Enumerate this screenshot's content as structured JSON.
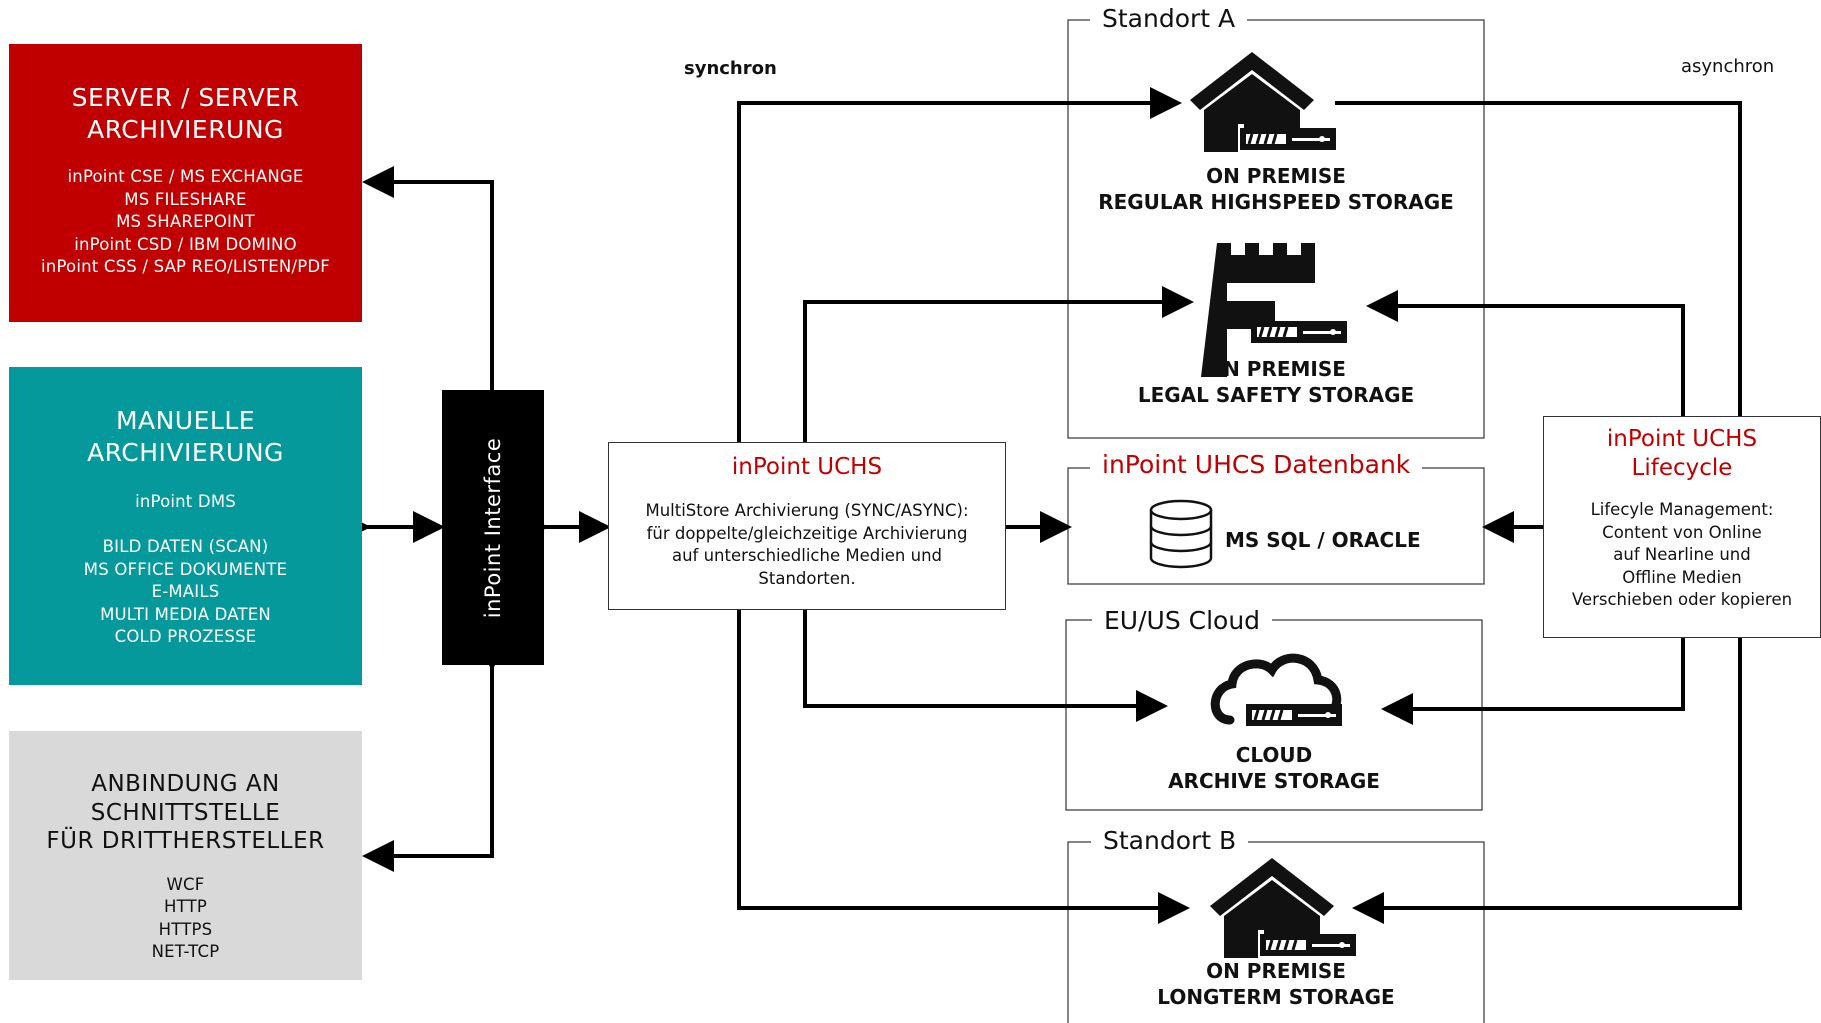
{
  "left_boxes": {
    "server": {
      "title_lines": [
        "SERVER / SERVER",
        "ARCHIVIERUNG"
      ],
      "items": [
        "inPoint CSE / MS EXCHANGE",
        "MS FILESHARE",
        "MS SHAREPOINT",
        "inPoint CSD / IBM DOMINO",
        "inPoint CSS / SAP REO/LISTEN/PDF"
      ],
      "color": "#c00000"
    },
    "manual": {
      "title_lines": [
        "MANUELLE",
        "ARCHIVIERUNG"
      ],
      "items": [
        "inPoint DMS",
        "",
        "BILD DATEN (SCAN)",
        "MS OFFICE DOKUMENTE",
        "E-MAILS",
        "MULTI MEDIA DATEN",
        "COLD PROZESSE"
      ],
      "color": "#05999c"
    },
    "thirdparty": {
      "title_lines": [
        "ANBINDUNG AN",
        "SCHNITTSTELLE",
        "FÜR DRITTHERSTELLER"
      ],
      "items": [
        "WCF",
        "HTTP",
        "HTTPS",
        "NET-TCP"
      ],
      "color": "#d9d9d9"
    }
  },
  "interface": {
    "label": "inPoint Interface",
    "color": "#000000"
  },
  "uchs": {
    "title": "inPoint UCHS",
    "body_lines": [
      "MultiStore Archivierung (SYNC/ASYNC):",
      "für doppelte/gleichzeitige Archivierung",
      "auf unterschiedliche Medien und",
      "Standorten."
    ]
  },
  "lifecycle": {
    "title_lines": [
      "inPoint UCHS",
      "Lifecycle"
    ],
    "body_lines": [
      "Lifecyle Management:",
      "Content von Online",
      "auf Nearline und",
      "Offline Medien",
      "Verschieben oder kopieren"
    ]
  },
  "labels": {
    "sync": "synchron",
    "async": "asynchron"
  },
  "frames": {
    "standort_a": "Standort A",
    "datenbank": "inPoint UHCS Datenbank",
    "cloud": "EU/US Cloud",
    "standort_b": "Standort B"
  },
  "storage": {
    "regular": [
      "ON PREMISE",
      "REGULAR HIGHSPEED STORAGE"
    ],
    "legal": [
      "ON PREMISE",
      "LEGAL SAFETY STORAGE"
    ],
    "database": "MS SQL / ORACLE",
    "cloud": [
      "CLOUD",
      "ARCHIVE STORAGE"
    ],
    "longterm": [
      "ON PREMISE",
      "LONGTERM STORAGE"
    ]
  },
  "icons": {
    "regular": "house-server-icon",
    "legal": "castle-server-icon",
    "database": "database-icon",
    "cloud": "cloud-server-icon",
    "longterm": "house-server-icon"
  },
  "colors": {
    "accent_red": "#c00000",
    "teal": "#05999c",
    "grey": "#d9d9d9",
    "line": "#000000"
  }
}
